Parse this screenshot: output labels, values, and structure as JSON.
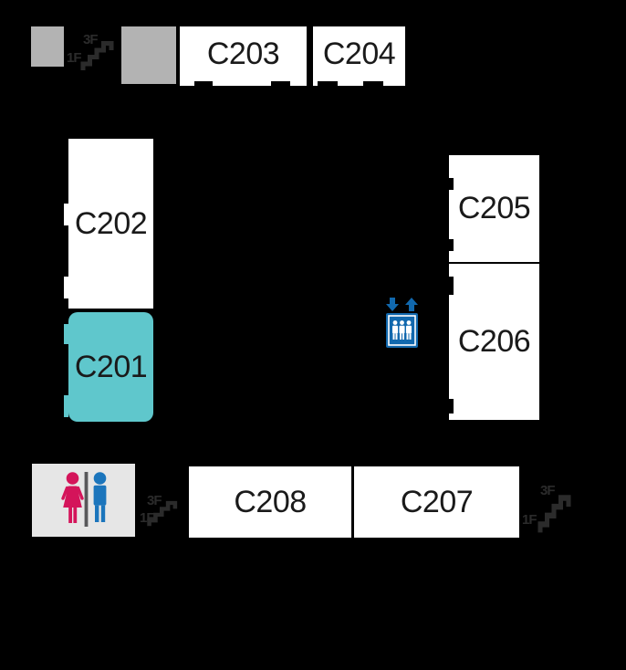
{
  "rooms": {
    "c201": {
      "label": "C201",
      "highlighted": true
    },
    "c202": {
      "label": "C202",
      "highlighted": false
    },
    "c203": {
      "label": "C203",
      "highlighted": false
    },
    "c204": {
      "label": "C204",
      "highlighted": false
    },
    "c205": {
      "label": "C205",
      "highlighted": false
    },
    "c206": {
      "label": "C206",
      "highlighted": false
    },
    "c207": {
      "label": "C207",
      "highlighted": false
    },
    "c208": {
      "label": "C208",
      "highlighted": false
    }
  },
  "stairs": {
    "upper_floor": "3F",
    "lower_floor": "1F"
  },
  "icons": {
    "elevator": "elevator-icon",
    "restroom_women": "woman-icon",
    "restroom_men": "man-icon",
    "stairs": "stairs-icon"
  },
  "colors": {
    "background": "#000000",
    "room_fill": "#ffffff",
    "room_text": "#1a1a1a",
    "highlight_teal": "#5fc7cc",
    "gray_block": "#b3b3b3",
    "stairs_gray": "#2b2b2b",
    "elevator_blue": "#1168ad",
    "restroom_bg": "#e6e6e6",
    "female_pink": "#d4145a",
    "male_blue": "#1b75bc",
    "divider_gray": "#58585a"
  }
}
